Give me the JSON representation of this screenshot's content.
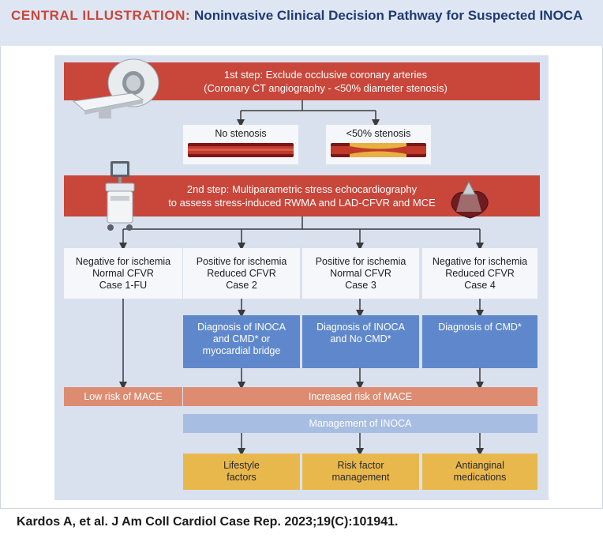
{
  "header": {
    "lead": "CENTRAL ILLUSTRATION:",
    "title": "Noninvasive Clinical Decision Pathway for Suspected INOCA"
  },
  "step1": {
    "line1": "1st step: Exclude occlusive coronary arteries",
    "line2": "(Coronary CT angiography - <50% diameter stenosis)"
  },
  "stenosis": {
    "none": "No stenosis",
    "under50": "<50% stenosis"
  },
  "step2": {
    "line1": "2nd step: Multiparametric stress echocardiography",
    "line2": "to assess stress-induced RWMA and LAD-CFVR and MCE"
  },
  "cases": [
    {
      "l1": "Negative for ischemia",
      "l2": "Normal CFVR",
      "l3": "Case 1-FU"
    },
    {
      "l1": "Positive for ischemia",
      "l2": "Reduced CFVR",
      "l3": "Case 2"
    },
    {
      "l1": "Positive for ischemia",
      "l2": "Normal CFVR",
      "l3": "Case 3"
    },
    {
      "l1": "Negative for ischemia",
      "l2": "Reduced CFVR",
      "l3": "Case 4"
    }
  ],
  "diagnoses": [
    {
      "l1": "Diagnosis of INOCA",
      "l2": "and CMD* or",
      "l3": "myocardial bridge"
    },
    {
      "l1": "Diagnosis of INOCA",
      "l2": "and No CMD*",
      "l3": ""
    },
    {
      "l1": "Diagnosis of CMD*",
      "l2": "",
      "l3": ""
    }
  ],
  "risk": {
    "low": "Low risk of MACE",
    "increased": "Increased risk of MACE"
  },
  "management": "Management of INOCA",
  "treatments": [
    {
      "l1": "Lifestyle",
      "l2": "factors"
    },
    {
      "l1": "Risk factor",
      "l2": "management"
    },
    {
      "l1": "Antianginal",
      "l2": "medications"
    }
  ],
  "footer": "Kardos A, et al. J Am Coll Cardiol Case Rep. 2023;19(C):101941.",
  "colors": {
    "banner_red": "#c9463a",
    "diagnosis_blue": "#5f88cc",
    "risk_salmon": "#dd8c72",
    "management_lightblue": "#a8bde2",
    "treatment_yellow": "#e9b84d",
    "panel_bg": "#d9e1ef",
    "header_bg": "#dfe6f3",
    "header_lead": "#c8473a",
    "header_title": "#1f3a73"
  },
  "icons": [
    "ct-scanner-icon",
    "artery-icon",
    "stenosed-artery-icon",
    "echocardiography-machine-icon",
    "heart-probe-icon"
  ]
}
